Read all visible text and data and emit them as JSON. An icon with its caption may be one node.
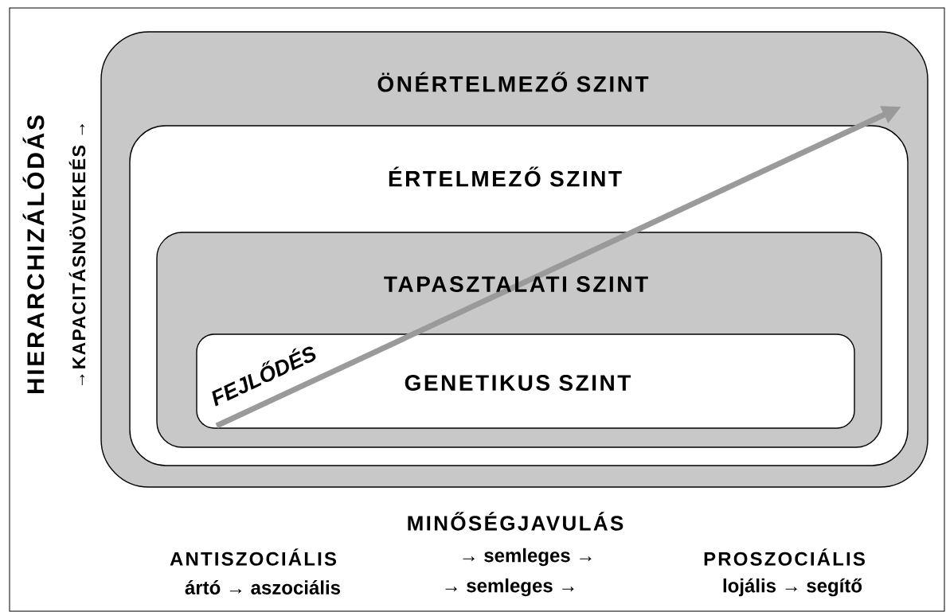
{
  "diagram": {
    "nodes": [
      {
        "text": [
          "ÖNÉRTELMEZŐ SZINT"
        ]
      },
      {
        "text": [
          "ÉRTELMEZŐ SZINT"
        ],
        "in": 0
      },
      {
        "text": [
          "TAPASZTALATI SZINT"
        ],
        "in": 1
      },
      {
        "text": [
          "GENETIKUS SZINT"
        ],
        "in": 2
      }
    ],
    "edges": [],
    "labels": [
      "HIERARCHIZÁLÓDÁS",
      "→KAPACITÁSNÖVEKEÉS →",
      "FEJLŐDÉS",
      "MINŐSÉGJAVULÁS",
      "ANTISZOCIÁLIS",
      "→ semleges →",
      "PROSZOCIÁLIS",
      "ártó → aszociális",
      "→ semleges →",
      "lojális → segítő"
    ]
  }
}
